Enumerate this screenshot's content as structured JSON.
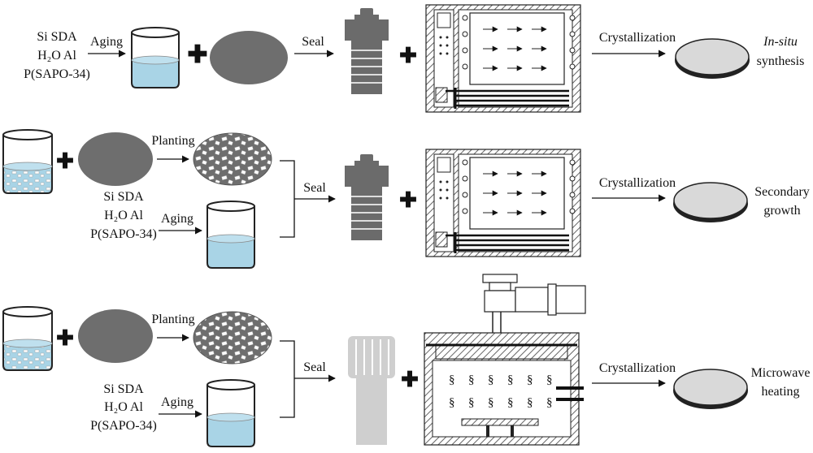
{
  "rows": [
    {
      "ingredients": [
        "Si SDA",
        "H₂O Al",
        "P(SAPO-34)"
      ],
      "aging_label": "Aging",
      "seal_label": "Seal",
      "crystallization_label": "Crystallization",
      "result_italic": "In-situ",
      "result_line2": "synthesis"
    },
    {
      "planting_label": "Planting",
      "ingredients": [
        "Si SDA",
        "H₂O Al",
        "P(SAPO-34)"
      ],
      "aging_label": "Aging",
      "seal_label": "Seal",
      "crystallization_label": "Crystallization",
      "result_line1": "Secondary",
      "result_line2": "growth"
    },
    {
      "planting_label": "Planting",
      "ingredients": [
        "Si SDA",
        "H₂O Al",
        "P(SAPO-34)"
      ],
      "aging_label": "Aging",
      "seal_label": "Seal",
      "crystallization_label": "Crystallization",
      "result_line1": "Microwave",
      "result_line2": "heating"
    }
  ],
  "colors": {
    "solution": "#a9d4e6",
    "substrate": "#6e6e6e",
    "autoclave": "#6b6b6b",
    "ptfe_liner": "#cfcfcf",
    "wafer": "#d9d9d9",
    "hatch": "#7a7a7a"
  }
}
